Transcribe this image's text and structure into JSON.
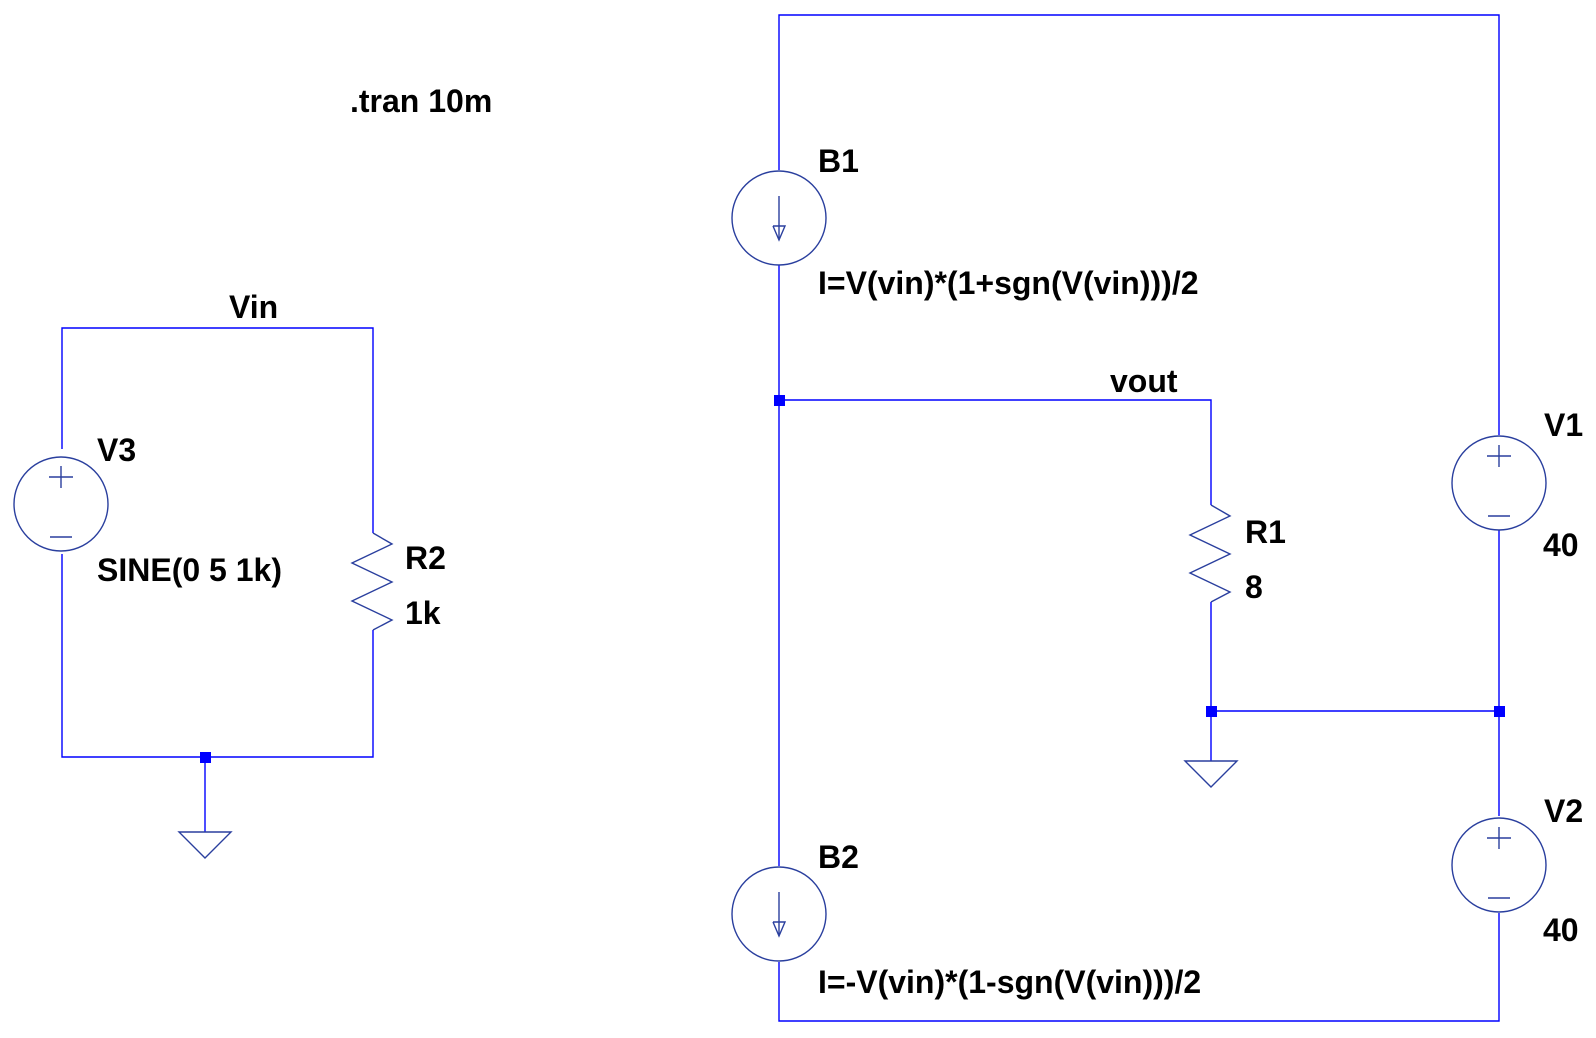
{
  "directive": ".tran 10m",
  "nets": {
    "vin": "Vin",
    "vout": "vout"
  },
  "components": {
    "v3": {
      "name": "V3",
      "value": "SINE(0 5 1k)"
    },
    "r2": {
      "name": "R2",
      "value": "1k"
    },
    "b1": {
      "name": "B1",
      "value": "I=V(vin)*(1+sgn(V(vin)))/2"
    },
    "b2": {
      "name": "B2",
      "value": "I=-V(vin)*(1-sgn(V(vin)))/2"
    },
    "r1": {
      "name": "R1",
      "value": "8"
    },
    "v1": {
      "name": "V1",
      "value": "40"
    },
    "v2": {
      "name": "V2",
      "value": "40"
    }
  },
  "colors": {
    "wire": "#0000ff",
    "symbol": "#2a3f9e",
    "text": "#000000",
    "background": "#ffffff"
  },
  "icons": {
    "voltage_source": "voltage-source-icon",
    "current_source": "current-source-icon",
    "resistor": "resistor-icon",
    "ground": "ground-icon"
  }
}
